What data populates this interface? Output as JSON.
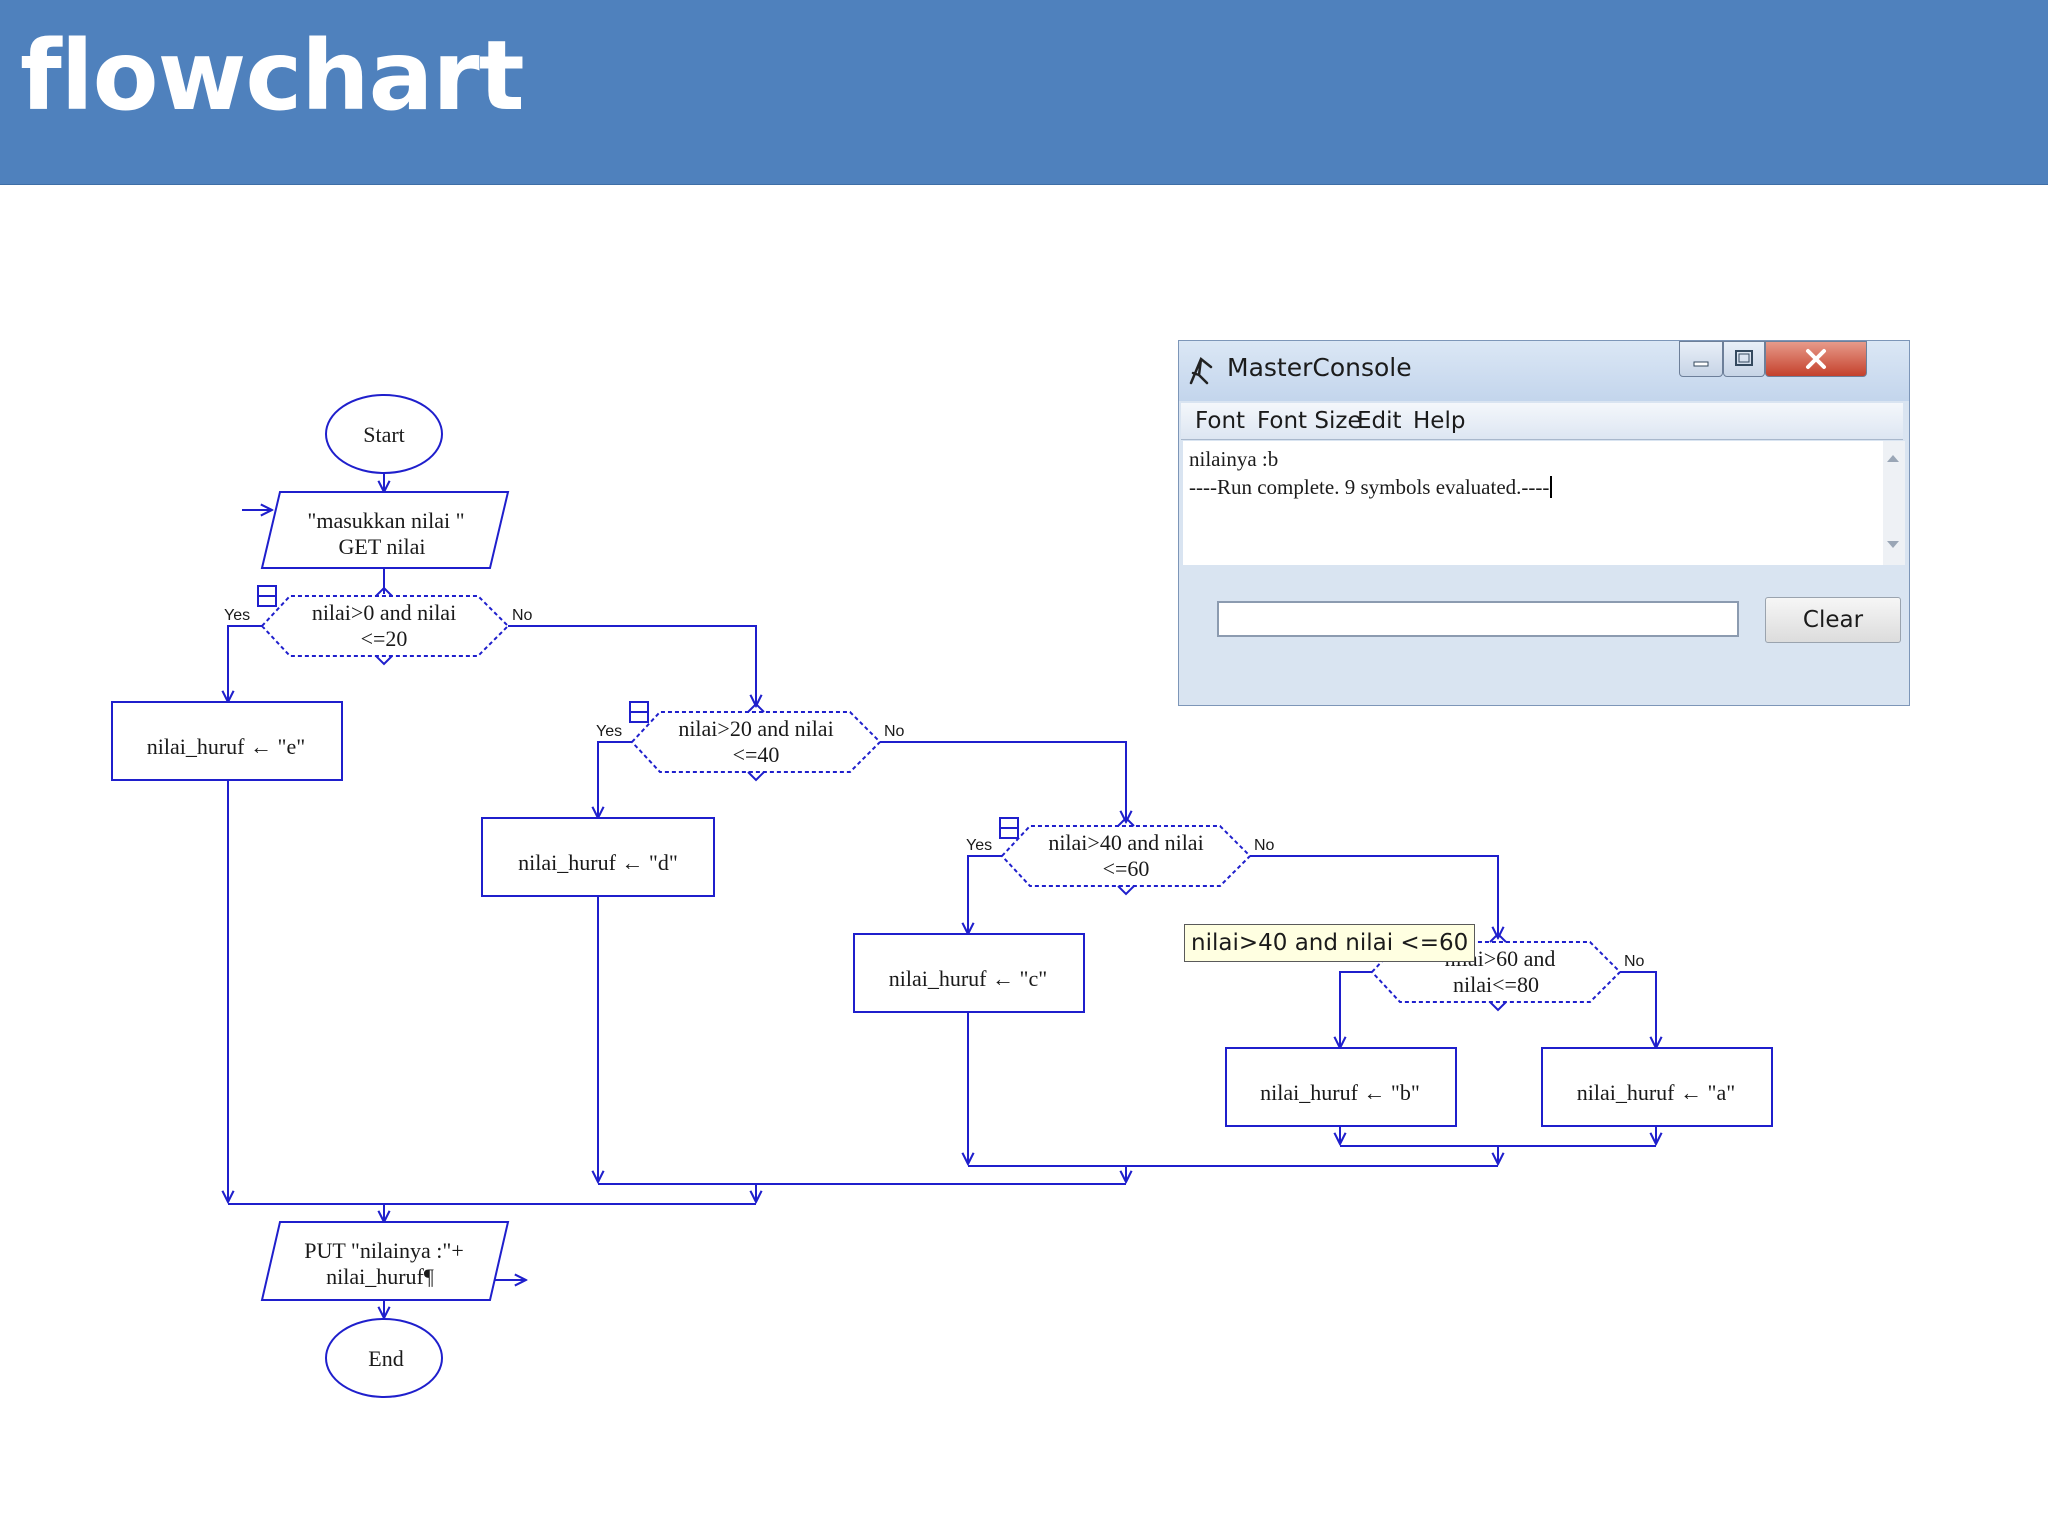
{
  "header": {
    "title": "flowchart"
  },
  "flowchart": {
    "start": "Start",
    "input_line1": "\"masukkan nilai \"",
    "input_line2": "GET nilai",
    "d1_line1": "nilai>0 and nilai",
    "d1_line2": "<=20",
    "d2_line1": "nilai>20 and nilai",
    "d2_line2": "<=40",
    "d3_line1": "nilai>40 and nilai",
    "d3_line2": "<=60",
    "d4_line1": "nilai>60 and",
    "d4_line2": "nilai<=80",
    "yes": "Yes",
    "no": "No",
    "assign_e": "nilai_huruf ← \"e\"",
    "assign_d": "nilai_huruf ← \"d\"",
    "assign_c": "nilai_huruf ← \"c\"",
    "assign_b": "nilai_huruf ← \"b\"",
    "assign_a": "nilai_huruf ← \"a\"",
    "output_line1": "PUT \"nilainya :\"+",
    "output_line2": "nilai_huruf¶",
    "end": "End",
    "tooltip": "nilai>40 and nilai <=60"
  },
  "console": {
    "title": "MasterConsole",
    "menu": [
      "Font",
      "Font Size",
      "Edit",
      "Help"
    ],
    "output_lines": [
      "nilainya :b",
      "----Run complete.  9 symbols evaluated.----"
    ],
    "input_value": "",
    "clear_label": "Clear"
  },
  "colors": {
    "header": "#4f81bd",
    "flow_line": "#1f1fcc",
    "tooltip_bg": "#ffffe1"
  }
}
